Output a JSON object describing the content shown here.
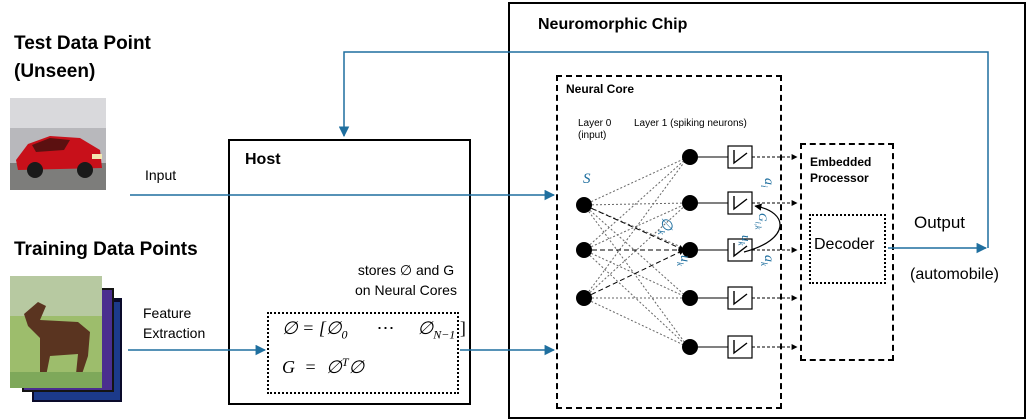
{
  "test_section": {
    "title_line1": "Test Data Point",
    "title_line2": "(Unseen)",
    "image_icon": "red-car-image",
    "input_label": "Input"
  },
  "training_section": {
    "title": "Training Data Points",
    "image_icon": "horse-image-stack",
    "feature_label_line1": "Feature",
    "feature_label_line2": "Extraction"
  },
  "host": {
    "title": "Host",
    "stores_line1": "stores ∅ and G",
    "stores_line2": "on Neural Cores",
    "eq1_lhs": "∅ = [∅",
    "eq1_sub0": "0",
    "eq1_dots": "⋯",
    "eq1_last": "∅",
    "eq1_subn": "N−1",
    "eq1_close": "]",
    "eq2_lhs": "G",
    "eq2_eq": "=",
    "eq2_rhs": "∅",
    "eq2_sup": "T",
    "eq2_end": "∅"
  },
  "chip": {
    "title": "Neuromorphic Chip",
    "core_title": "Neural Core",
    "layer0": "Layer 0",
    "layer0_sub": "(input)",
    "layer1": "Layer 1 (spiking neurons)",
    "s_label": "S",
    "phi_k": "∅",
    "phi_k_sub": "k",
    "u_k_left": "u",
    "u_k_left_sub": "k",
    "a_i": "a",
    "a_i_sub": "i",
    "g_ik": "G",
    "g_ik_sub": "i,k",
    "u_k_right": "u",
    "u_k_right_sub": "k",
    "a_k": "a",
    "a_k_sub": "k",
    "processor_title_line1": "Embedded",
    "processor_title_line2": "Processor",
    "decoder_label": "Decoder"
  },
  "output": {
    "label": "Output",
    "class": "(automobile)"
  },
  "colors": {
    "arrow": "#1f6f9f",
    "box_border": "#000000"
  }
}
